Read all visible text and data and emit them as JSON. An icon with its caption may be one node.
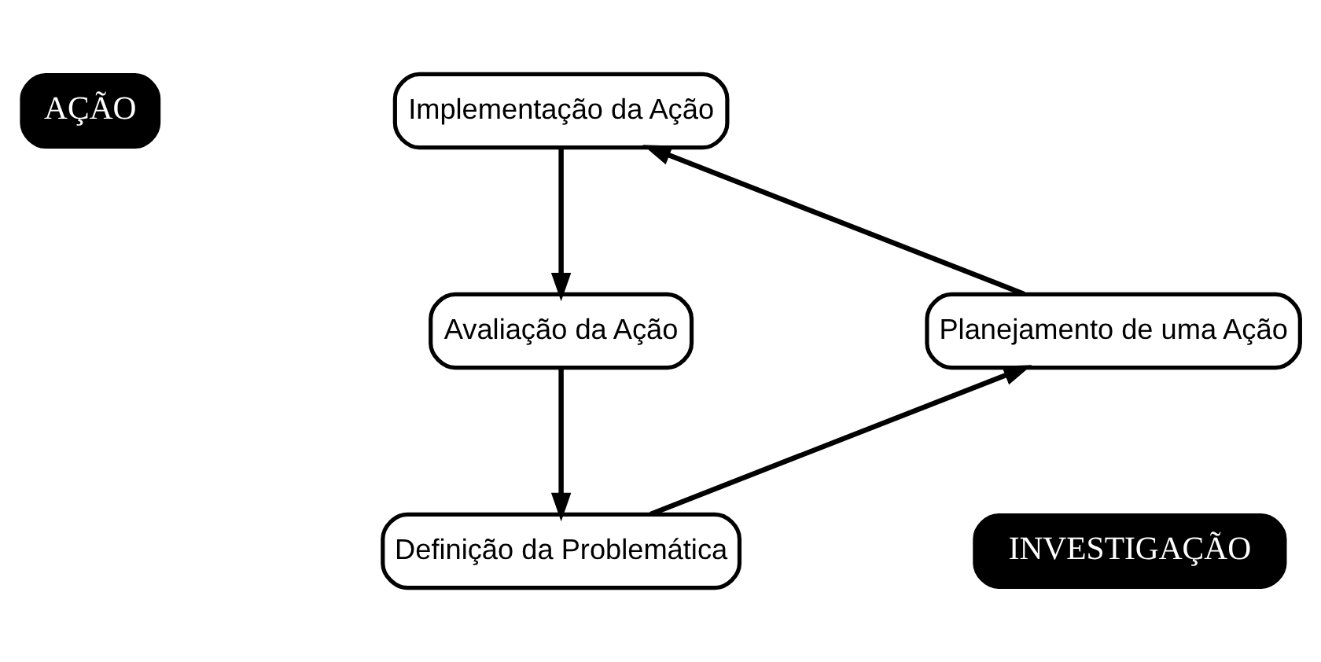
{
  "diagram": {
    "nodes": [
      {
        "text": [
          "AÇÃO"
        ]
      },
      {
        "text": [
          "Implementação da Ação"
        ]
      },
      {
        "text": [
          "Planejamento de uma Ação"
        ]
      },
      {
        "text": [
          "Avaliação da Ação"
        ]
      },
      {
        "text": [
          "Definição da Problemática"
        ]
      },
      {
        "text": [
          "INVESTIGAÇÃO"
        ]
      }
    ],
    "edges": [
      {
        "from": 1,
        "to": 3,
        "arrow": "to"
      },
      {
        "from": 3,
        "to": 4,
        "arrow": "to"
      },
      {
        "from": 4,
        "to": 2,
        "arrow": "to"
      },
      {
        "from": 2,
        "to": 1,
        "arrow": "to"
      }
    ]
  }
}
